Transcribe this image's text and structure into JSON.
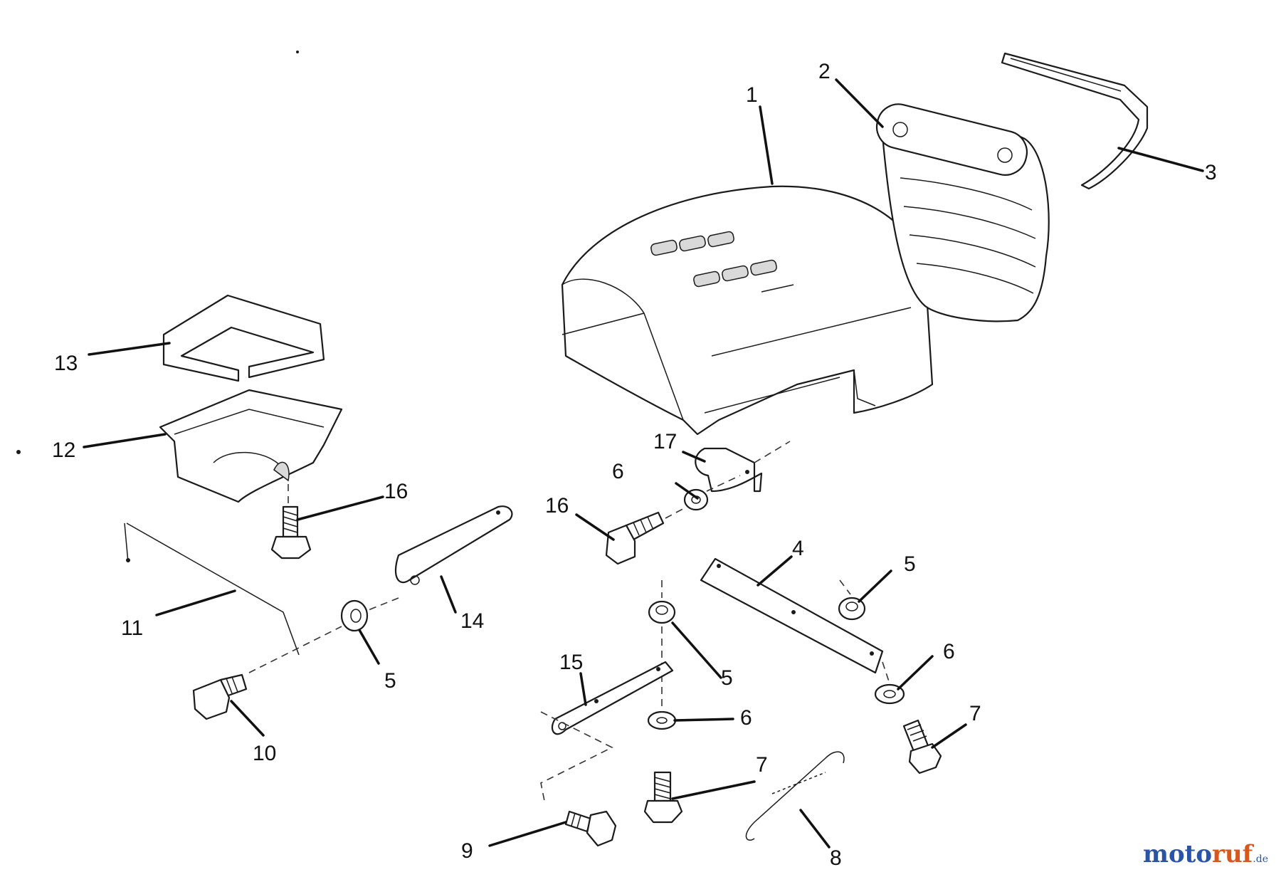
{
  "diagram": {
    "callouts": {
      "c1": "1",
      "c2": "2",
      "c3": "3",
      "c4": "4",
      "c5a": "5",
      "c5b": "5",
      "c5c": "5",
      "c6a": "6",
      "c6b": "6",
      "c6c": "6",
      "c7a": "7",
      "c7b": "7",
      "c8": "8",
      "c9": "9",
      "c10": "10",
      "c11": "11",
      "c12": "12",
      "c13": "13",
      "c14": "14",
      "c15": "15",
      "c16a": "16",
      "c16b": "16",
      "c17": "17"
    }
  },
  "watermark": {
    "part1": "moto",
    "part2": "ruf",
    "part3": ".de",
    "colors": {
      "blue": "#2a55a6",
      "orange": "#d8581c"
    }
  }
}
